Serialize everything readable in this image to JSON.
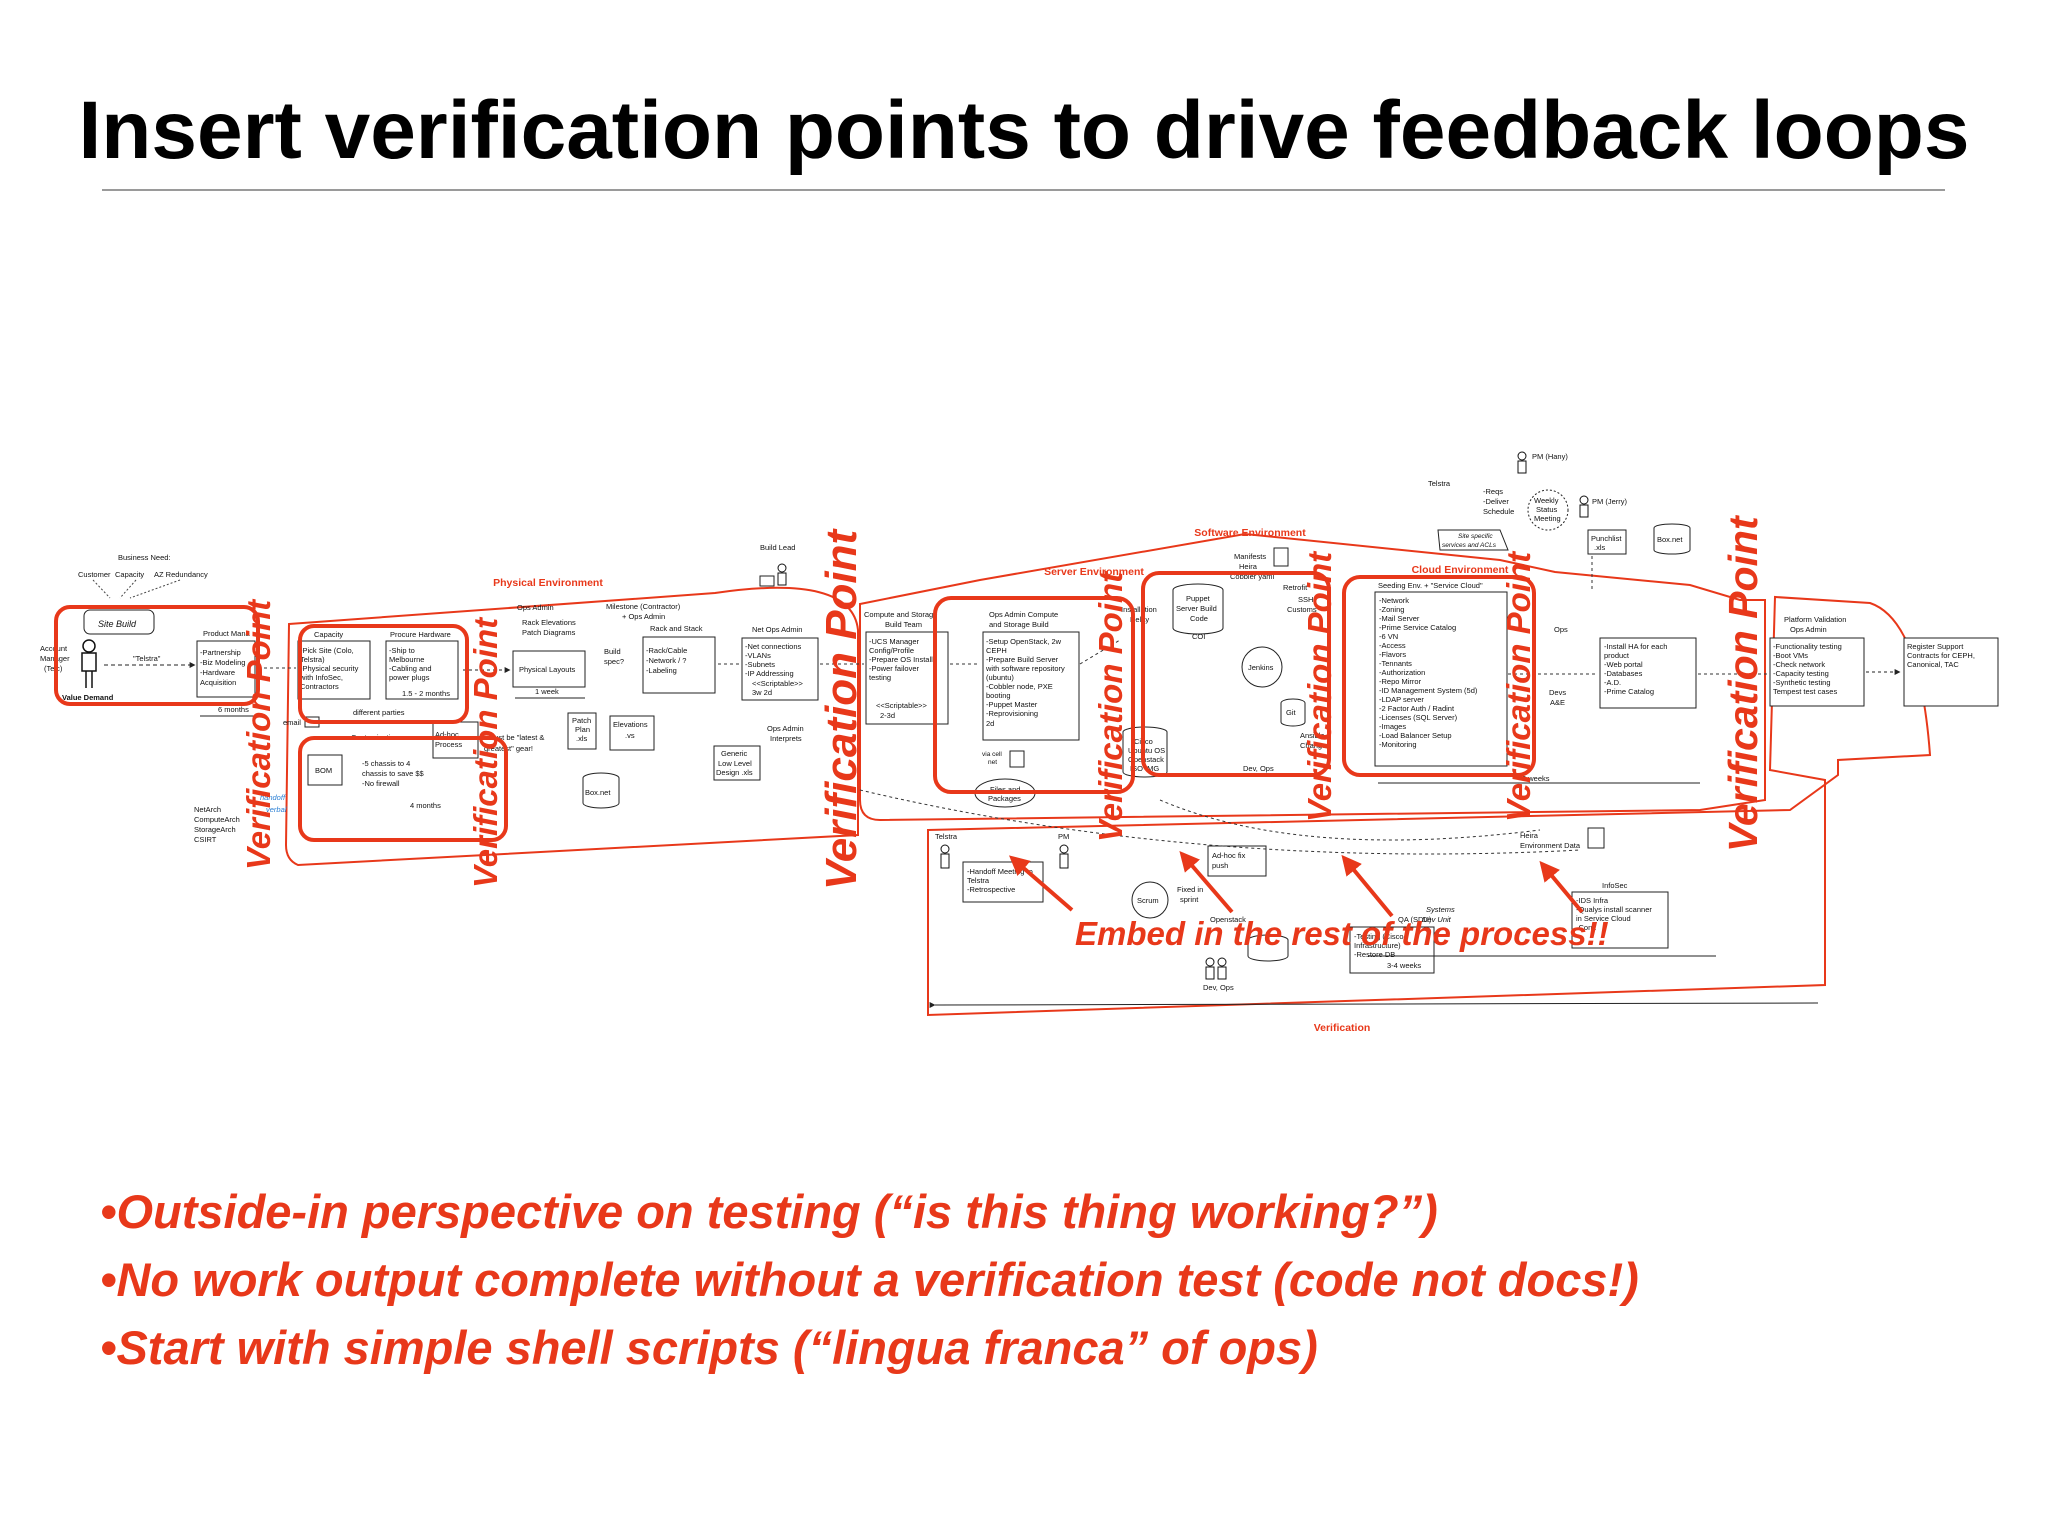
{
  "title": "Insert verification points to drive feedback loops",
  "colors": {
    "accent": "#e8381a",
    "text": "#000000",
    "rule": "#9a9a9a",
    "box_border": "#333333"
  },
  "diagram": {
    "region_labels": {
      "physical": "Physical Environment",
      "server": "Server Environment",
      "software": "Software Environment",
      "cloud": "Cloud Environment",
      "verification": "Verification"
    },
    "verification_point_label": "Verification Point",
    "embed_label": "Embed in the rest of the process!!",
    "business_need": {
      "title": "Business Need:",
      "items": [
        "Customer",
        "Capacity",
        "AZ Redundancy"
      ]
    },
    "site_build": "Site Build",
    "account_manager": [
      "Account",
      "Manager",
      "(Telc)"
    ],
    "value_demand": "Value Demand",
    "telstra_quote": "\"Telstra\"",
    "product_mgmt": {
      "title": "Product Mana",
      "items": [
        "-Partnership",
        "-Biz Modeling",
        "-Hardware",
        "Acquisition"
      ],
      "duration": "6 months"
    },
    "capacity": {
      "title": "Capacity",
      "items": [
        "-Pick Site (Colo,",
        "Telstra)",
        "-Physical security",
        "with InfoSec,",
        "Contractors"
      ]
    },
    "procure": {
      "title": "Procure Hardware",
      "items": [
        "-Ship to",
        "Melbourne",
        "-Cabling and",
        "power plugs"
      ],
      "duration": "1.5 - 2 months"
    },
    "ops_admin_top": "Ops Admin",
    "rack_elevations": [
      "Rack Elevations",
      "Patch Diagrams"
    ],
    "physical_layouts": "Physical Layouts",
    "one_week": "1 week",
    "build_spec": [
      "Build",
      "spec?"
    ],
    "milestone": [
      "Milestone (Contractor)",
      "+ Ops Admin"
    ],
    "rack_stack": {
      "title": "Rack and Stack",
      "items": [
        "-Rack/Cable",
        "-Network / ?",
        "-Labeling"
      ]
    },
    "patch_plan": [
      "Patch",
      "Plan",
      ".xls"
    ],
    "elevations": [
      "Elevations",
      ".vs"
    ],
    "box_net": "Box.net",
    "build_lead": "Build Lead",
    "net_ops": {
      "title": "Net Ops Admin",
      "items": [
        "-Net connections",
        "-VLANs",
        "-Subnets",
        "-IP Addressing",
        "<<Scriptable>>",
        "3w 2d"
      ]
    },
    "ops_admin_interprets": [
      "Ops Admin",
      "Interprets"
    ],
    "generic_lld": [
      "Generic",
      "Low Level",
      "Design .xls"
    ],
    "email_label": "email",
    "different_parties": "different parties",
    "customizations": "Customizations",
    "adhoc": [
      "Ad-hoc",
      "Process"
    ],
    "must_be": [
      "must be \"latest &",
      "greatest\" gear!"
    ],
    "bom": "BOM",
    "bom_notes": [
      "-5 chassis to 4",
      "chassis to save $$",
      "-No firewall"
    ],
    "four_months": "4 months",
    "handoff_blue": [
      "handoff",
      "verbal"
    ],
    "stakeholders": [
      "NetArch",
      "ComputeArch",
      "StorageArch",
      "CSIRT"
    ],
    "compute_storage": {
      "title": [
        "Compute and Storage",
        "Build Team"
      ],
      "items": [
        "-UCS Manager",
        "Config/Profile",
        "-Prepare OS Install",
        "-Power failover",
        "testing"
      ],
      "scriptable": [
        "<<Scriptable>>",
        "2-3d"
      ]
    },
    "ops_compute": {
      "title": [
        "Ops Admin Compute",
        "and Storage Build"
      ],
      "items": [
        "-Setup OpenStack,  2w",
        "CEPH",
        "-Prepare Build Server",
        "with software repository",
        "(ubuntu)",
        "-Cobbler node, PXE",
        "booting",
        "-Puppet Master",
        "-Reprovisioning",
        "2d"
      ]
    },
    "via_cell_net": [
      "via cell",
      "net"
    ],
    "files_packages": [
      "Files and",
      "Packages"
    ],
    "installation_delay": [
      "Installation",
      "Delay"
    ],
    "ubuntu_stack": [
      "Cisco",
      "Ubuntu OS",
      "Openstack",
      "ISO IMG"
    ],
    "puppet_build": [
      "Puppet",
      "Server Build",
      "Code"
    ],
    "coi": "COI",
    "manifests": [
      "Manifests",
      "Heira",
      "Cobbler yaml"
    ],
    "jenkins": "Jenkins",
    "git": "Git",
    "dev_ops": "Dev, Ops",
    "retrofit": "Retrofit",
    "ssh_customs": [
      "SSH",
      "Customs"
    ],
    "ansible": [
      "Ansible",
      "Changes"
    ],
    "seeding": {
      "title": "Seeding Env. + \"Service Cloud\"",
      "items": [
        "-Network",
        "-Zoning",
        "-Mail Server",
        "-Prime Service Catalog",
        "-6 VN",
        "-Access",
        "-Flavors",
        "-Tennants",
        "-Authorization",
        "-Repo Mirror",
        "-ID Management System (5d)",
        "-LDAP server",
        "-2 Factor Auth / Radint",
        "-Licenses (SQL Server)",
        "-Images",
        "-Load Balancer Setup",
        "-Monitoring"
      ]
    },
    "three_weeks": "3 weeks",
    "telstra_top": "Telstra",
    "reqs": [
      "-Reqs",
      "-Deliver",
      "Schedule"
    ],
    "weekly_status": [
      "Weekly",
      "Status",
      "Meeting"
    ],
    "pm_hany": "PM (Hany)",
    "pm_jerry": "PM (Jerry)",
    "punchlist": [
      "Punchlist",
      ".xls"
    ],
    "site_specific": [
      "Site specific",
      "services and ACLs"
    ],
    "ops_label": "Ops",
    "devs_ae": [
      "Devs",
      "A&E"
    ],
    "install_ha": [
      "-Install HA for each",
      "product",
      "-Web portal",
      "-Databases",
      "-A.D.",
      "-Prime Catalog"
    ],
    "platform_validation": {
      "title": [
        "Platform Validation",
        "Ops Admin"
      ],
      "items": [
        "-Functionality testing",
        "-Boot VMs",
        "-Check network",
        "-Capacity testing",
        "-Synthetic testing",
        "Tempest test cases"
      ]
    },
    "register_support": [
      "Register Support",
      "Contracts for CEPH,",
      "Canonical, TAC"
    ],
    "pm_bottom": "PM",
    "telstra_bottom": "Telstra",
    "handoff_meeting": [
      "-Handoff Meeting to",
      "Telstra",
      "-Retrospective"
    ],
    "adhoc_fix": [
      "Ad-hoc fix",
      "push"
    ],
    "scrum": "Scrum",
    "fixed_in_sprint": [
      "Fixed in",
      "sprint"
    ],
    "openstack_label": "Openstack",
    "qa_sdu": {
      "title": "QA (SDU)",
      "items": [
        "-Testing (Cisco",
        "Infrastructure)",
        "-Restore DB"
      ],
      "duration": "3-4 weeks"
    },
    "systems_dev_unit": [
      "Systems",
      "Dev Unit"
    ],
    "heira_env": [
      "Heira",
      "Environment Data"
    ],
    "infosec": {
      "title": "InfoSec",
      "items": [
        "-IDS Infra",
        "-Qualys install scanner",
        "in Service Cloud",
        "-Cont."
      ]
    },
    "infosec_dev_ops": "Dev, Ops"
  },
  "bullets": [
    "•Outside-in perspective on testing (“is this thing working?”)",
    "•No work output complete without a verification test (code not docs!)",
    "•Start with simple shell scripts (“lingua franca” of ops)"
  ]
}
